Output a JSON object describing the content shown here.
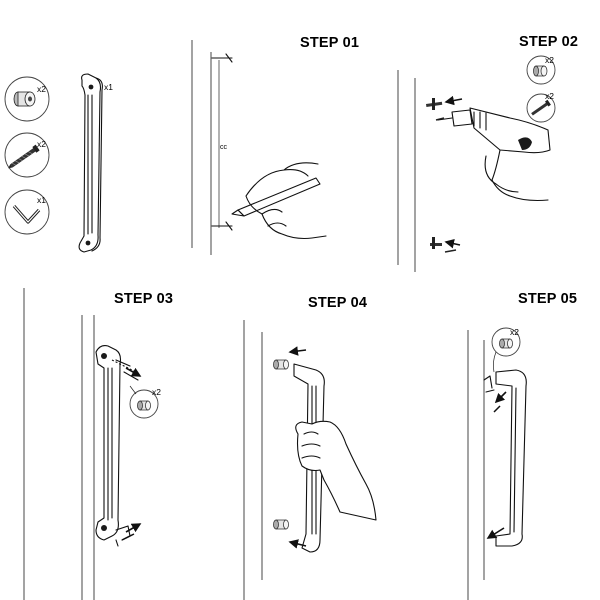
{
  "parts": {
    "knob_qty": "x2",
    "screw_qty": "x2",
    "allen_key_qty": "x1",
    "handle_qty": "x1"
  },
  "steps": {
    "step1": {
      "title": "STEP 01",
      "dimension_label": "cc"
    },
    "step2": {
      "title": "STEP 02",
      "knob_qty": "x2",
      "screw_qty": "x2"
    },
    "step3": {
      "title": "STEP 03",
      "knob_qty": "x2"
    },
    "step4": {
      "title": "STEP 04"
    },
    "step5": {
      "title": "STEP 05",
      "knob_qty": "x2"
    }
  }
}
